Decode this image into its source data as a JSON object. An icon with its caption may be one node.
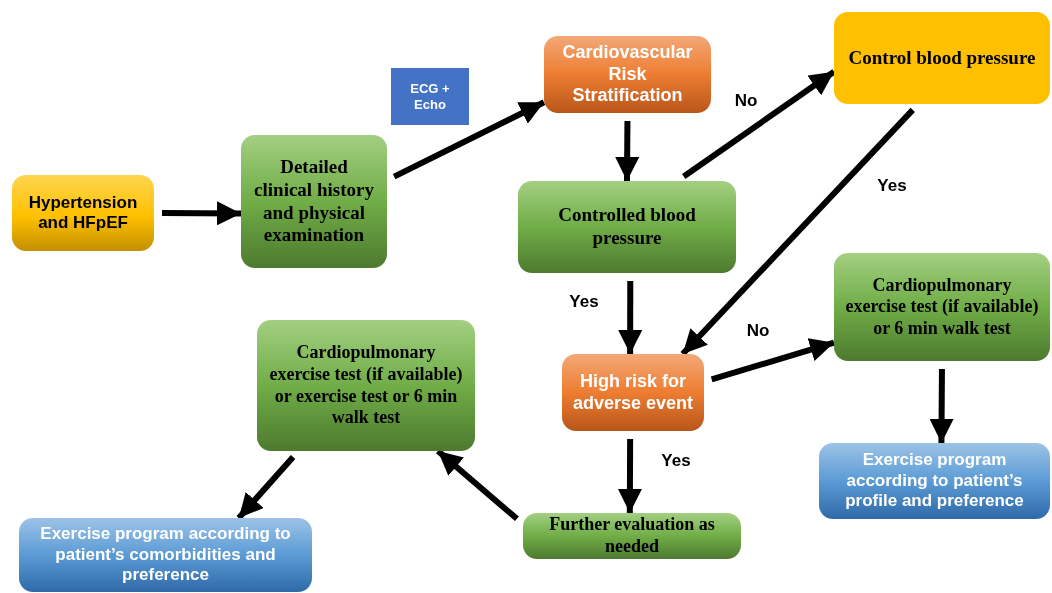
{
  "diagram": {
    "nodes": [
      {
        "text": [
          "Hypertension and HFpEF"
        ]
      },
      {
        "text": [
          "Detailed clinical history and physical examination"
        ]
      },
      {
        "text": [
          "ECG + Echo"
        ]
      },
      {
        "text": [
          "Cardiovascular Risk Stratification"
        ]
      },
      {
        "text": [
          "Control blood pressure"
        ]
      },
      {
        "text": [
          "Controlled blood pressure"
        ]
      },
      {
        "text": [
          "High risk for adverse event"
        ]
      },
      {
        "text": [
          "Cardiopulmonary exercise test (if available) or 6 min walk test"
        ]
      },
      {
        "text": [
          "Cardiopulmonary exercise test (if available) or exercise test or 6 min walk test"
        ]
      },
      {
        "text": [
          "Exercise program according to patient’s profile and preference"
        ]
      },
      {
        "text": [
          "Further evaluation as needed"
        ]
      },
      {
        "text": [
          "Exercise program according to patient’s comorbidities and preference"
        ]
      }
    ],
    "edges": [
      {
        "from": 0,
        "to": 1,
        "arrow": "to"
      },
      {
        "from": 1,
        "to": 3,
        "arrow": "to"
      },
      {
        "from": 3,
        "to": 5,
        "arrow": "to"
      },
      {
        "from": 5,
        "to": 4,
        "arrow": "to",
        "label": "No"
      },
      {
        "from": 4,
        "to": 6,
        "arrow": "to",
        "label": "Yes"
      },
      {
        "from": 5,
        "to": 6,
        "arrow": "to",
        "label": "Yes"
      },
      {
        "from": 6,
        "to": 7,
        "arrow": "to",
        "label": "No"
      },
      {
        "from": 7,
        "to": 9,
        "arrow": "to"
      },
      {
        "from": 6,
        "to": 10,
        "arrow": "to",
        "label": "Yes"
      },
      {
        "from": 10,
        "to": 8,
        "arrow": "to"
      },
      {
        "from": 8,
        "to": 11,
        "arrow": "to"
      }
    ]
  }
}
